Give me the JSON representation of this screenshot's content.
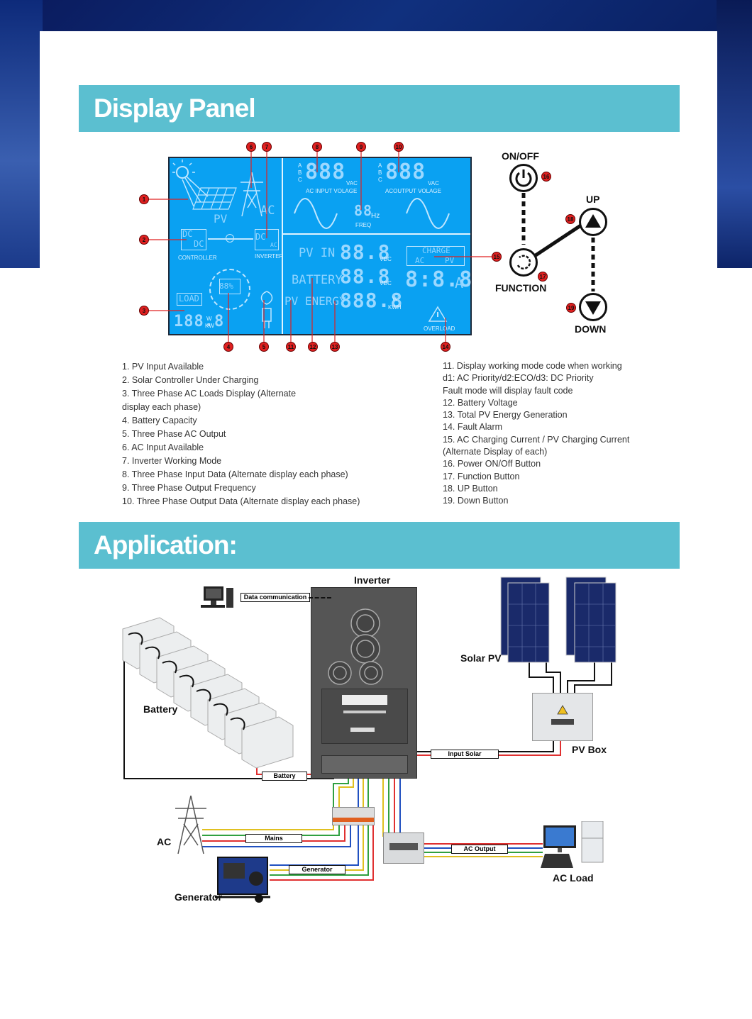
{
  "display_panel": {
    "title": "Display Panel",
    "lcd": {
      "pv": "PV",
      "ac": "AC",
      "dcdc_top": "DC",
      "dcdc_bottom": "DC",
      "controller": "CONTROLLER",
      "inverter": "INVERTER",
      "dcac_dc": "DC",
      "dcac_ac": "AC",
      "load": "LOAD",
      "batt_pct": "88%",
      "load_value": "188.8",
      "load_unit_w": "W",
      "load_unit_kw": "KW",
      "abc": [
        "A",
        "B",
        "C"
      ],
      "ac_input_digits": "888",
      "ac_input_unit": "VAC",
      "ac_input_label": "AC INPUT  VOLAGE",
      "freq_digits": "88",
      "freq_unit": "Hz",
      "freq_label": "FREQ",
      "ac_output_digits": "888",
      "ac_output_unit": "VAC",
      "ac_output_label": "ACOUTPUT  VOLAGE",
      "pv_in": "PV  IN",
      "pv_in_digits": "88.8",
      "pv_in_unit": "VDC",
      "battery": "BATTERY",
      "battery_digits": "88.8",
      "battery_unit": "VDC",
      "pv_energy": "PV ENERGY",
      "pv_energy_digits": "888.8",
      "pv_energy_unit_w": "W",
      "pv_energy_unit_kwh": "KWH",
      "charge": "CHARGE",
      "charge_ac": "AC",
      "charge_pv": "PV",
      "current_digits": "8:8.8",
      "current_unit": "A",
      "overload": "OVERLOAD"
    },
    "markers": [
      "1",
      "2",
      "3",
      "4",
      "5",
      "6",
      "7",
      "8",
      "9",
      "10",
      "11",
      "12",
      "13",
      "14",
      "15",
      "16",
      "17",
      "18",
      "19"
    ],
    "buttons": {
      "onoff": "ON/OFF",
      "up": "UP",
      "function": "FUNCTION",
      "down": "DOWN"
    },
    "legend_left": [
      "1.   PV Input Available",
      "2.   Solar Controller Under Charging",
      "3.   Three Phase AC Loads Display (Alternate",
      "       display each phase)",
      "4.   Battery  Capacity",
      "5.   Three Phase AC Output",
      "6.   AC Input Available",
      "7.   Inverter Working Mode",
      "8.   Three Phase Input Data (Alternate display each phase)",
      "9.   Three Phase Output Frequency",
      "10. Three Phase Output Data (Alternate display each phase)"
    ],
    "legend_right": [
      "11. Display working mode code when working",
      "      d1: AC Priority/d2:ECO/d3: DC Priority",
      "       Fault mode will display fault code",
      "12. Battery Voltage",
      "13. Total PV Energy Generation",
      "14. Fault Alarm",
      "15. AC Charging Current / PV Charging Current",
      "      (Alternate Display of each)",
      "16. Power ON/Off Button",
      "17. Function Button",
      "18. UP Button",
      "19. Down Button"
    ]
  },
  "application": {
    "title": "Application:",
    "inverter": "Inverter",
    "data_communication": "Data communication",
    "solar_pv": "Solar PV",
    "battery_label": "Battery",
    "pv_box": "PV Box",
    "input_solar": "Input Solar",
    "battery_tag": "Battery",
    "ac": "AC",
    "mains": "Mains",
    "generator_tag": "Generator",
    "generator_label": "Generator",
    "ac_output": "AC Output",
    "ac_load": "AC Load"
  },
  "colors": {
    "banner": "#5bbfd0",
    "lcd": "#0aa1f2",
    "marker": "#e02020",
    "wire_red": "#e03030",
    "wire_green": "#30a040",
    "wire_yellow": "#e0c020",
    "wire_blue": "#2050c0"
  }
}
